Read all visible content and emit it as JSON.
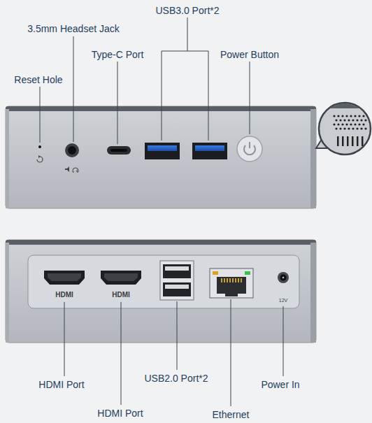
{
  "diagram": {
    "labels": [
      "USB3.0 Port*2",
      "3.5mm Headset Jack",
      "Type-C Port",
      "Power Button",
      "Reset Hole",
      "HDMI",
      "HDMI",
      "12V",
      "HDMI Port",
      "HDMI Port",
      "USB2.0 Port*2",
      "Power In",
      "Ethernet"
    ]
  }
}
